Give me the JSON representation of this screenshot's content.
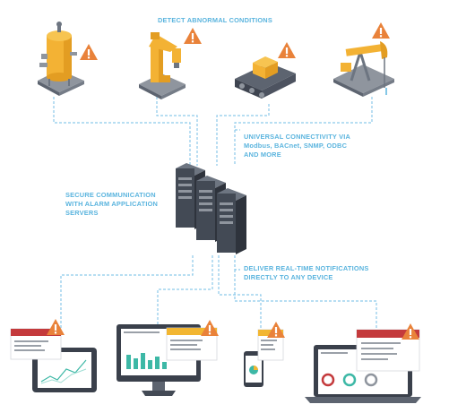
{
  "labels": {
    "detect": "DETECT ABNORMAL CONDITIONS",
    "connectivity": [
      "UNIVERSAL CONNECTIVITY VIA",
      "Modbus, BACnet, SNMP, ODBC",
      "AND MORE"
    ],
    "secure": [
      "SECURE COMMUNICATION",
      "WITH ALARM APPLICATION",
      "SERVERS"
    ],
    "deliver": [
      "DELIVER REAL-TIME NOTIFICATIONS",
      "DIRECTLY TO ANY DEVICE"
    ]
  },
  "icons": {
    "equipment": [
      "tank-icon",
      "robot-arm-icon",
      "conveyor-icon",
      "pumpjack-icon"
    ],
    "warning_symbol": "!",
    "devices": [
      "tablet-icon",
      "monitor-icon",
      "phone-icon",
      "laptop-icon"
    ]
  },
  "colors": {
    "accent": "#5ab4de",
    "machine": "#f3b234",
    "warning": "#e9823a",
    "alert_red": "#c43a3c",
    "alert_yellow": "#f2b632",
    "server": "#434a55",
    "base": "#6d7581",
    "chart_teal": "#3db8a6"
  }
}
